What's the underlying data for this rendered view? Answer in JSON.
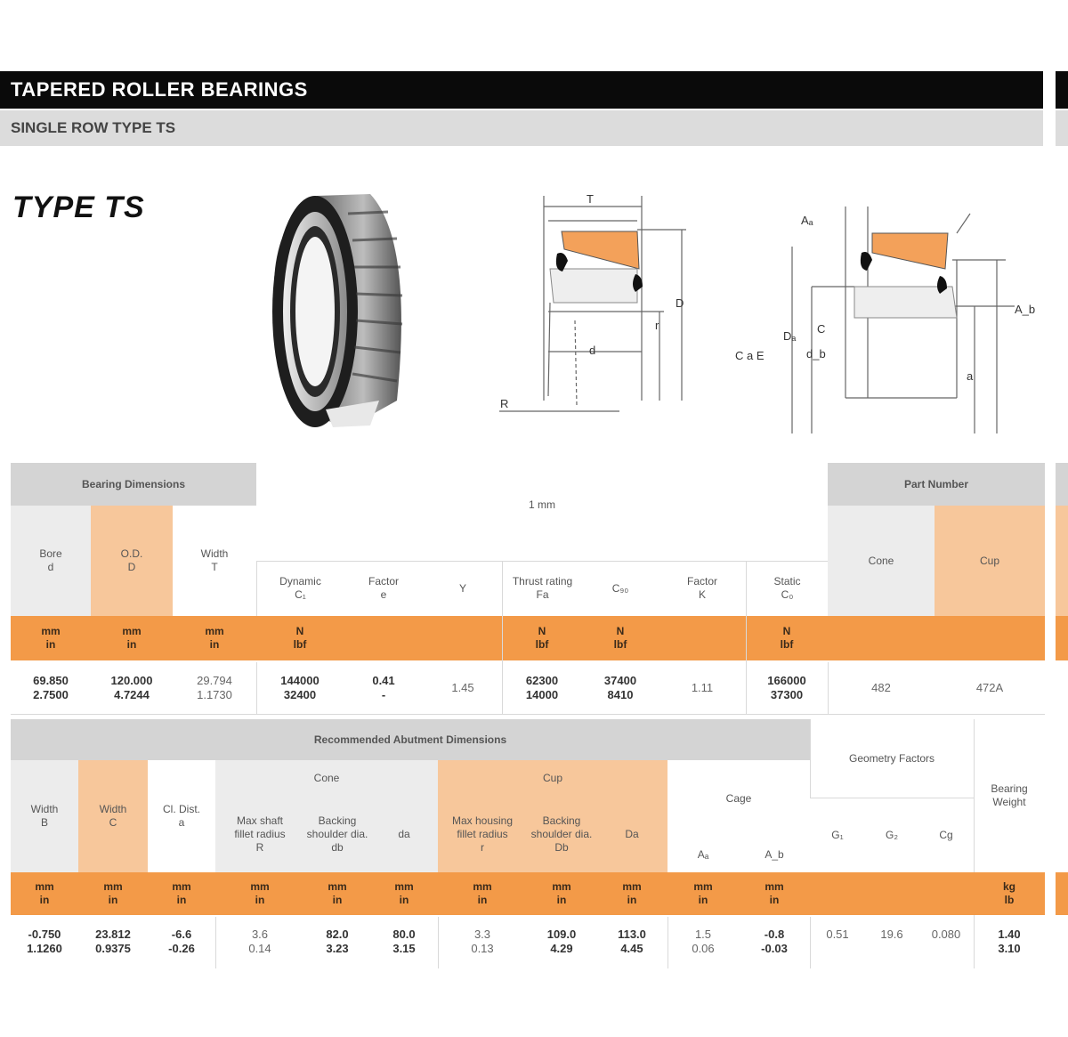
{
  "header": {
    "title": "TAPERED ROLLER BEARINGS",
    "subtitle": "SINGLE ROW TYPE TS"
  },
  "type_title": "TYPE TS",
  "diagram_labels": {
    "T": "T",
    "D": "D",
    "d": "d",
    "R": "R",
    "r": "r",
    "Aa": "Aₐ",
    "Ab": "A_b",
    "Da": "Dₐ",
    "db": "d_b",
    "C": "C",
    "a": "a",
    "note": "C  a  E"
  },
  "colors": {
    "accent_orange": "#f39a48",
    "light_orange": "#f7c79b",
    "header_gray": "#d4d4d4",
    "banner_black": "#0a0a0a"
  },
  "table1": {
    "group_left": "Bearing Dimensions",
    "group_right": "Part Number",
    "load_ratings_note": "1 mm",
    "headers": {
      "bore": "Bore\nd",
      "od": "O.D.\nD",
      "width": "Width\nT",
      "dynamic": "Dynamic\nC₁",
      "factor": "Factor\ne",
      "y": "Y",
      "thrust": "Thrust rating\nFa",
      "c90": "C₉₀",
      "factor_k": "Factor\nK",
      "static": "Static\nC₀",
      "cone": "Cone",
      "cup": "Cup"
    },
    "units": {
      "bore": "mm\nin",
      "od": "mm\nin",
      "width": "mm\nin",
      "dynamic": "N\nlbf",
      "fa": "N\nlbf",
      "c90": "N\nlbf",
      "static": "N\nlbf"
    },
    "row": {
      "bore": "69.850\n2.7500",
      "od": "120.000\n4.7244",
      "width": "29.794\n1.1730",
      "dynamic": "144000\n32400",
      "factor_e": "0.41\n-",
      "y": "1.45",
      "fa": "62300\n14000",
      "c90": "37400\n8410",
      "k": "1.11",
      "static": "166000\n37300",
      "cone": "482",
      "cup": "472A"
    }
  },
  "table2": {
    "group_left": "Recommended Abutment Dimensions",
    "group_right": "Geometry Factors",
    "weight_label": "Bearing\nWeight",
    "headers": {
      "width_b": "Width\nB",
      "width_c": "Width\nC",
      "cl_dist": "Cl. Dist.\na",
      "cone": "Cone",
      "cup": "Cup",
      "cone_max": "Max shaft\nfillet radius\nR",
      "cone_db": "Backing\nshoulder dia.\ndb",
      "cone_da": "da",
      "cup_max": "Max housing\nfillet radius\nr",
      "cup_Db": "Backing\nshoulder dia.\nDb",
      "cup_Da": "Da",
      "cage": "Cage",
      "Aa": "Aₐ",
      "Ab": "A_b",
      "G1": "G₁",
      "G2": "G₂",
      "Cg": "Cg"
    },
    "units": {
      "mm_in": "mm\nin",
      "kg_lb": "kg\nlb"
    },
    "row": {
      "width_b": "-0.750\n1.1260",
      "width_c": "23.812\n0.9375",
      "cl_dist": "-6.6\n-0.26",
      "R": "3.6\n0.14",
      "db": "82.0\n3.23",
      "da": "80.0\n3.15",
      "r": "3.3\n0.13",
      "Db": "109.0\n4.29",
      "Da": "113.0\n4.45",
      "Aa": "1.5\n0.06",
      "Ab": "-0.8\n-0.03",
      "G1": "0.51",
      "G2": "19.6",
      "Cg": "0.080",
      "weight": "1.40\n3.10"
    }
  }
}
